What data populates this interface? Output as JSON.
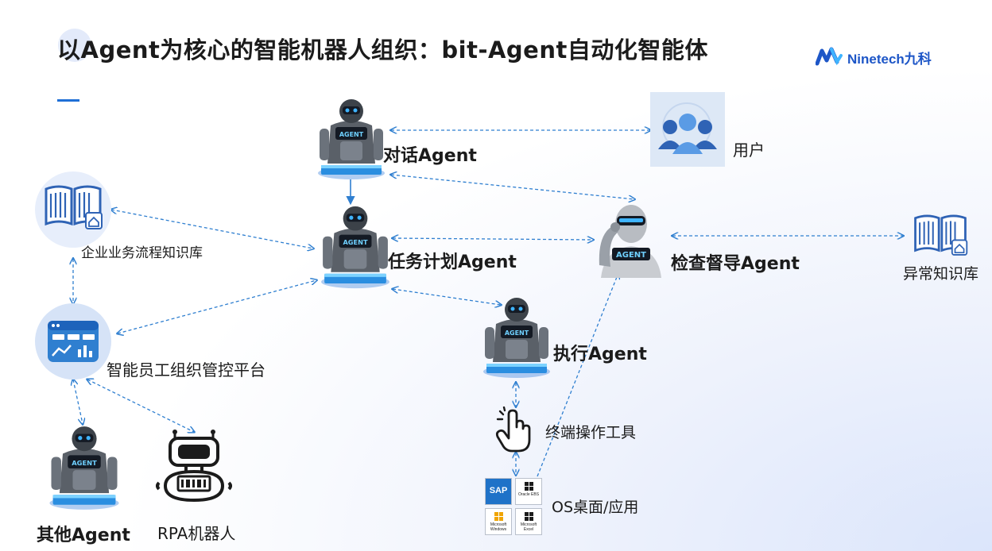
{
  "title": "以Agent为核心的智能机器人组织：bit-Agent自动化智能体",
  "logo": {
    "text": "Ninetech九科"
  },
  "nodes": {
    "dialog_agent": "对话Agent",
    "user": "用户",
    "knowledge_base": "企业业务流程知识库",
    "task_agent": "任务计划Agent",
    "supervise_agent": "检查督导Agent",
    "exception_kb": "异常知识库",
    "platform": "智能员工组织管控平台",
    "exec_agent": "执行Agent",
    "terminal_tool": "终端操作工具",
    "os_desktop": "OS桌面/应用",
    "other_agent": "其他Agent",
    "rpa": "RPA机器人"
  },
  "robot_badge": "AGENT",
  "apps": {
    "sap": "SAP",
    "oracle": "Oracle EBS",
    "windows": "Microsoft Windows",
    "excel": "Microsoft Excel"
  },
  "colors": {
    "accent": "#1f6fd6",
    "link": "#2f7fd0",
    "robot_glow": "#3fb4ff"
  }
}
